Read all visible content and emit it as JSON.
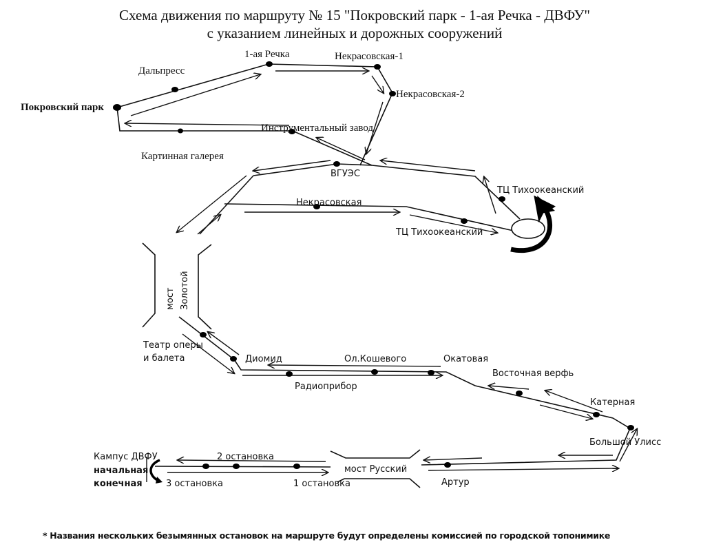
{
  "title": {
    "line1": "Схема движения по маршруту № 15 \"Покровский парк - 1-ая Речка - ДВФУ\"",
    "line2": "с указанием линейных и дорожных сооружений"
  },
  "stops": {
    "pokrovsky_park": "Покровский парк",
    "dalpress": "Дальпресс",
    "first_rechka": "1-ая Речка",
    "nekrasovskaya_1": "Некрасовская-1",
    "nekrasovskaya_2": "Некрасовская-2",
    "instrumentalny_zavod": "Инструментальный завод",
    "kartinnaya_galereya": "Картинная галерея",
    "vguesu": "ВГУЭС",
    "tc_tikhookeansky_1": "ТЦ Тихоокеанский",
    "nekrasovskaya": "Некрасовская",
    "tc_tikhookeansky_2": "ТЦ Тихоокеанский",
    "teatr_line1": "Театр оперы",
    "teatr_line2": "и балета",
    "diomid": "Диомид",
    "ol_koshevogo": "Ол.Кошевого",
    "okatovaya": "Окатовая",
    "radiopribor": "Радиоприбор",
    "vostochnaya_verf": "Восточная верфь",
    "katernaya": "Катерная",
    "bolshoy_uliss": "Большой Улисс",
    "artur": "Артур",
    "stop_1": "1 остановка",
    "stop_2": "2 остановка",
    "stop_3": "3 остановка",
    "kampus": "Кампус ДВФУ",
    "terminal_start": "начальная",
    "terminal_end": "конечная"
  },
  "bridges": {
    "zolotoy_word1": "мост",
    "zolotoy_word2": "Золотой",
    "russky": "мост Русский"
  },
  "footnote": "* Названия нескольких безымянных остановок на маршруте будут определены  комиссией по городской топонимике"
}
